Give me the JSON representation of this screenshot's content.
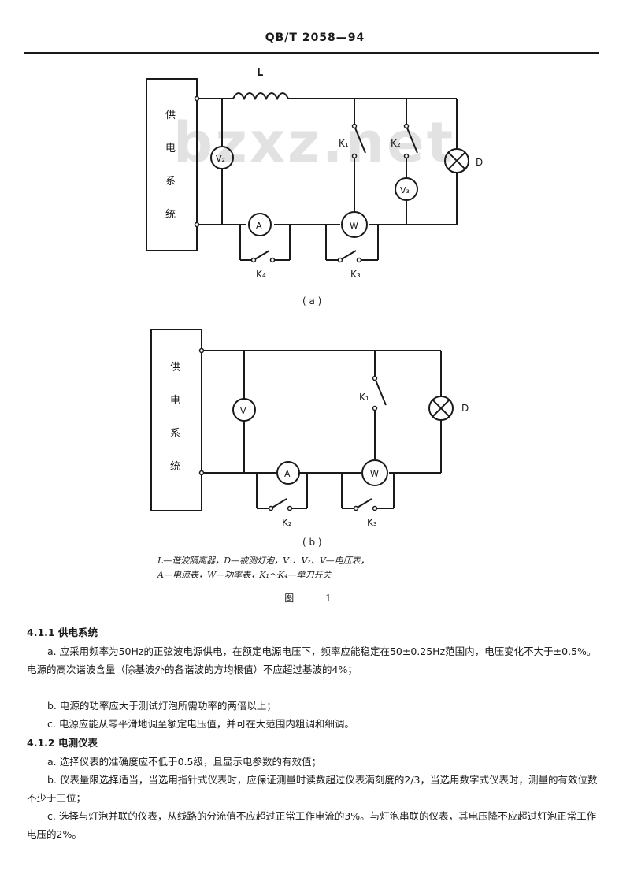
{
  "page": {
    "header": "QB/T 2058—94",
    "watermark": "bzxz.net"
  },
  "figure_a": {
    "panel": [
      "供",
      "电",
      "系",
      "统"
    ],
    "inductor": "L",
    "meter_v": "V₂",
    "meter_v3": "V₃",
    "meter_a": "A",
    "meter_w": "W",
    "switch_k1": "K₁",
    "switch_k2": "K₂",
    "switch_k3": "K₃",
    "switch_k4": "K₄",
    "lamp": "D",
    "caption": "( a )"
  },
  "figure_b": {
    "panel": [
      "供",
      "电",
      "系",
      "统"
    ],
    "meter_v": "V",
    "meter_a": "A",
    "meter_w": "W",
    "switch_k1": "K₁",
    "switch_k2": "K₂",
    "switch_k3": "K₃",
    "lamp": "D",
    "caption": "( b )"
  },
  "legend": {
    "line1": "L—谐波隔离器，D—被测灯泡，V₁、V₂、V—电压表，",
    "line2": "A—电流表，W—功率表，K₁～K₄—单刀开关"
  },
  "figure_title": "图 1",
  "sections": [
    {
      "heading": "4.1.1  供电系统",
      "paragraphs": [
        "a. 应采用频率为50Hz的正弦波电源供电，在额定电源电压下，频率应能稳定在50±0.25Hz范围内，电压变化不大于±0.5%。电源的高次谐波含量（除基波外的各谐波的方均根值）不应超过基波的4%；",
        "b. 电源的功率应大于测试灯泡所需功率的两倍以上；",
        "c. 电源应能从零平滑地调至额定电压值，并可在大范围内粗调和细调。"
      ]
    },
    {
      "heading": "4.1.2  电测仪表",
      "paragraphs": [
        "a. 选择仪表的准确度应不低于0.5级，且显示电参数的有效值；",
        "b. 仪表量限选择适当，当选用指针式仪表时，应保证测量时读数超过仪表满刻度的2/3，当选用数字式仪表时，测量的有效位数不少于三位；",
        "c. 选择与灯泡并联的仪表，从线路的分流值不应超过正常工作电流的3%。与灯泡串联的仪表，其电压降不应超过灯泡正常工作电压的2%。"
      ]
    }
  ]
}
